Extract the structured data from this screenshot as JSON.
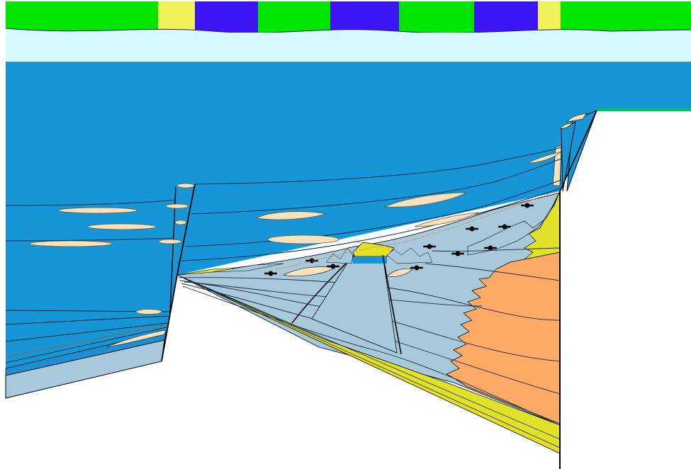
{
  "diagram": {
    "colors": {
      "green": "#00e600",
      "yellow": "#f2f25a",
      "purple": "#3d14f5",
      "sky": "#d6fafd",
      "sea": "#1696d6",
      "deep_sea": "#1c8fd0",
      "light_blue_grey": "#a8c8dc",
      "orange": "#ffaa66",
      "lime_yellow": "#e1e12a",
      "tan": "#f5e3bf",
      "black": "#000000",
      "white": "#ffffff"
    },
    "top_band_sequence": [
      "green",
      "yellow",
      "purple",
      "green",
      "purple",
      "green",
      "purple",
      "yellow",
      "green"
    ],
    "icons": [
      "fossil-marker-icon"
    ]
  }
}
